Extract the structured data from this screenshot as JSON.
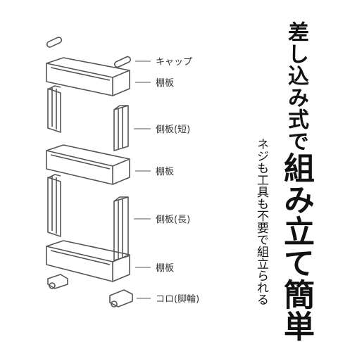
{
  "labels": {
    "cap": "キャップ",
    "shelf_1": "棚板",
    "side_short": "側板(短)",
    "shelf_2": "棚板",
    "side_long": "側板(長)",
    "shelf_3": "棚板",
    "caster": "コロ(脚輪)"
  },
  "headline": {
    "line_1": "差し込み式で",
    "line_2_big": "組み立て簡単"
  },
  "subline": "ネジも工具も不要で組立られる",
  "colors": {
    "line": "#555555",
    "text": "#222222"
  }
}
